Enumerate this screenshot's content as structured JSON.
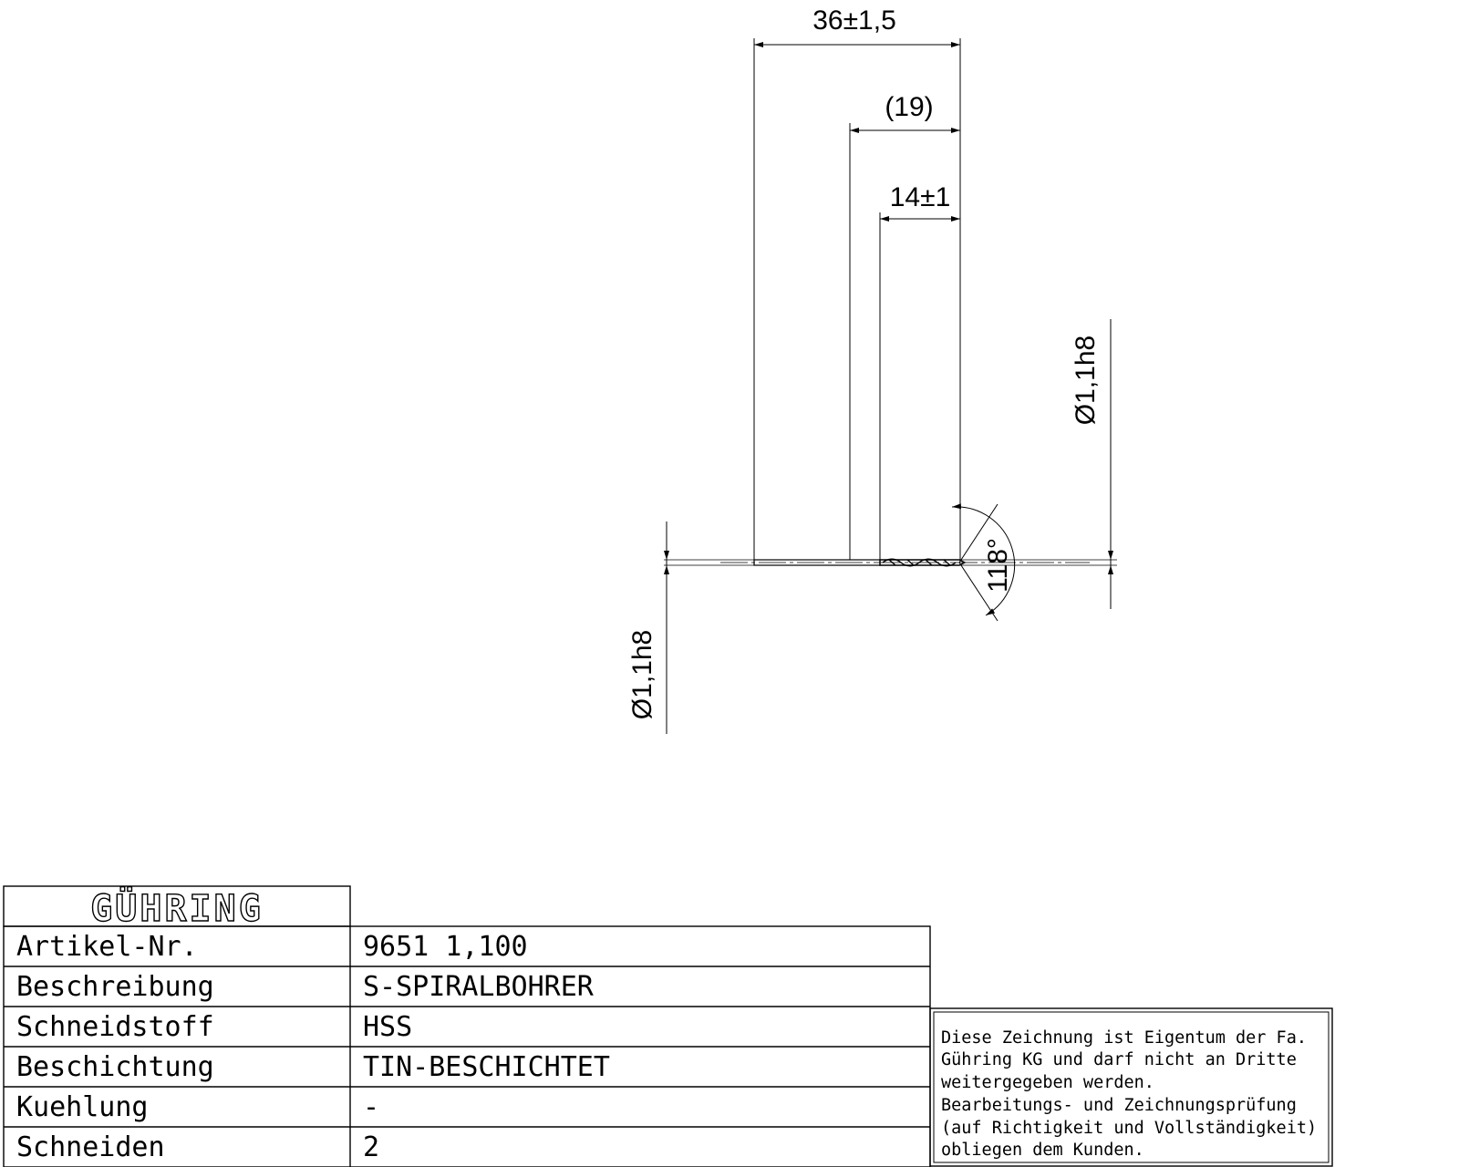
{
  "drawing": {
    "dimensions": {
      "overall_length": "36±1,5",
      "shank_length": "(19)",
      "flute_length": "14±1",
      "diameter_right": "Ø1,1h8",
      "diameter_left": "Ø1,1h8",
      "point_angle": "118°"
    }
  },
  "title_block": {
    "logo_text": "GÜHRING",
    "rows": [
      {
        "label": "Artikel-Nr.",
        "value": "9651 1,100"
      },
      {
        "label": "Beschreibung",
        "value": "S-SPIRALBOHRER"
      },
      {
        "label": "Schneidstoff",
        "value": "HSS"
      },
      {
        "label": "Beschichtung",
        "value": "TIN-BESCHICHTET"
      },
      {
        "label": "Kuehlung",
        "value": "-"
      },
      {
        "label": "Schneiden",
        "value": "2"
      }
    ],
    "note_lines": [
      "Diese Zeichnung ist Eigentum der Fa.",
      "Gühring KG und darf nicht an Dritte",
      "weitergegeben werden.",
      "Bearbeitungs- und Zeichnungsprüfung",
      "(auf Richtigkeit und Vollständigkeit)",
      "obliegen dem Kunden."
    ]
  }
}
